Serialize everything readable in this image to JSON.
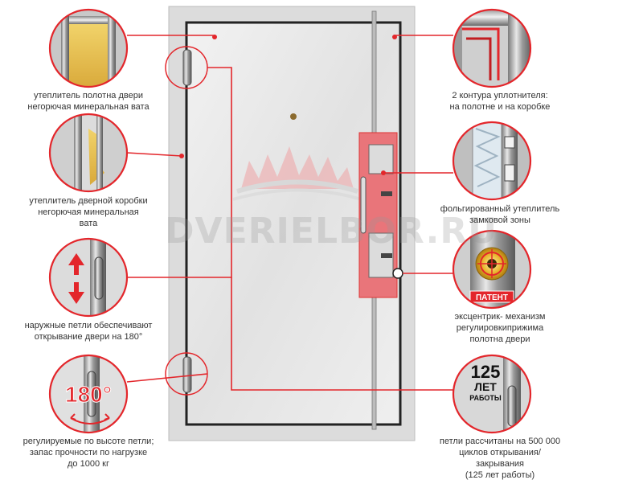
{
  "watermark": "DVERIELBOR.RU",
  "colors": {
    "accent": "#e3262b",
    "door_frame": "#d9d9d9",
    "door_leaf": "#e8e8e8",
    "lock_zone": "#e9757a",
    "insulation": "#e8c44a"
  },
  "callouts": {
    "left": [
      {
        "icon": "mineral-wool-panel-icon",
        "lines": [
          "утеплитель полотна двери",
          "негорючая минеральная вата"
        ]
      },
      {
        "icon": "frame-insulation-icon",
        "lines": [
          "утеплитель дверной коробки",
          "негорючая минеральная",
          "вата"
        ]
      },
      {
        "icon": "external-hinge-arrows-icon",
        "lines": [
          "наружные петли обеспечивают",
          "открывание двери на 180°"
        ]
      },
      {
        "icon": "adjustable-hinge-icon",
        "badge": "180°",
        "lines": [
          "регулируемые по высоте петли;",
          "запас прочности по нагрузке",
          "до 1000 кг"
        ]
      }
    ],
    "right": [
      {
        "icon": "double-seal-contour-icon",
        "lines": [
          "2 контура уплотнителя:",
          "на полотне и на коробке"
        ]
      },
      {
        "icon": "foil-lock-insulation-icon",
        "lines": [
          "фольгированный утеплитель",
          "замковой зоны"
        ]
      },
      {
        "icon": "eccentric-mechanism-icon",
        "badge": "ПАТЕНТ",
        "lines": [
          "эксцентрик- механизм",
          "регулировкиприжима",
          "полотна двери"
        ]
      },
      {
        "icon": "hinge-lifetime-icon",
        "badge_number": "125",
        "badge_word1": "ЛЕТ",
        "badge_word2": "РАБОТЫ",
        "lines": [
          "петли рассчитаны на 500 000",
          "циклов открывания/",
          "закрывания",
          "(125 лет работы)"
        ]
      }
    ]
  }
}
